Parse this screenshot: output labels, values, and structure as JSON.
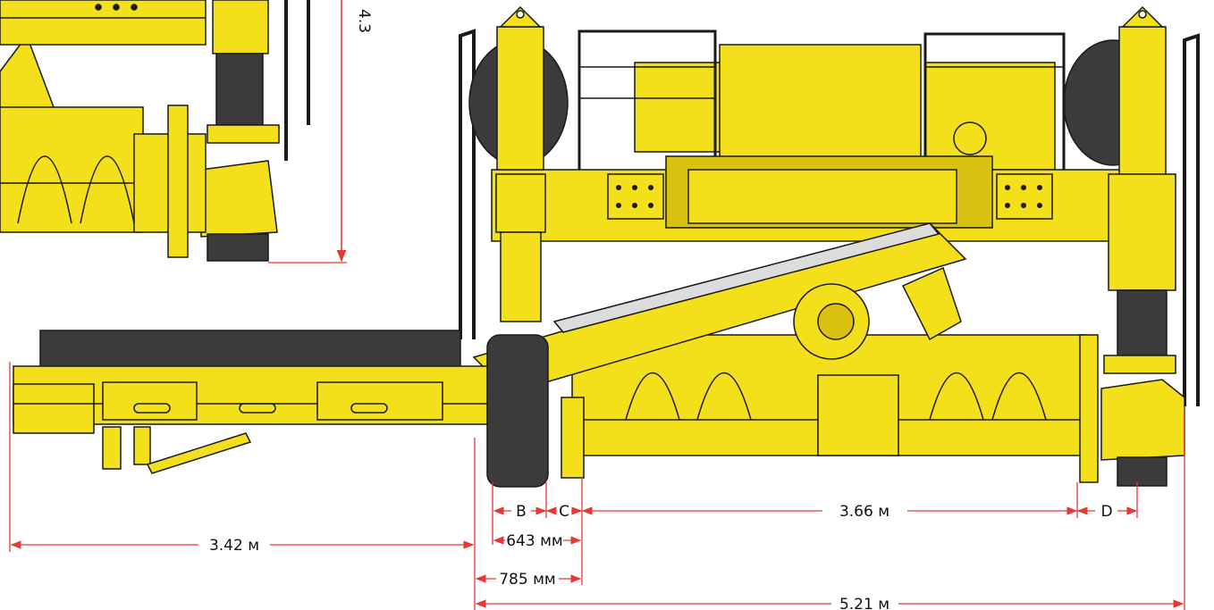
{
  "colors": {
    "body_yellow": "#f3e01a",
    "body_yellow_dark": "#d9c20f",
    "outline": "#1a1a1a",
    "rubber": "#3b3b3b",
    "dimension_line": "#e53935"
  },
  "dimensions": {
    "d_342": "3.42 м",
    "d_B": "B",
    "d_C": "C",
    "d_366": "3.66 м",
    "d_D": "D",
    "d_643": "643 мм",
    "d_785": "785 мм",
    "d_521": "5.21 м",
    "d_height": "4.3"
  }
}
